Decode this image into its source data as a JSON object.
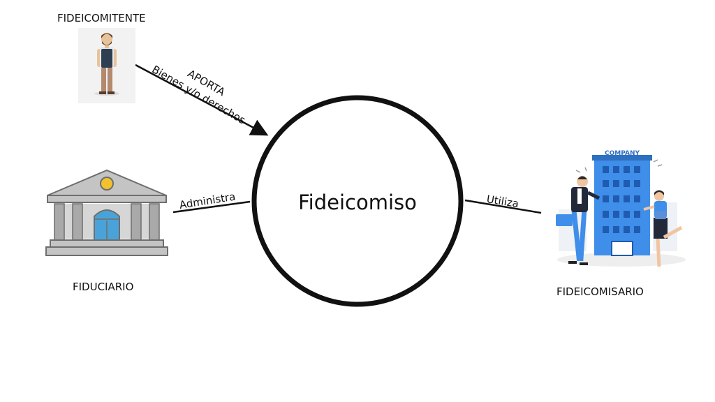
{
  "nodes": {
    "fideicomitente": "FIDEICOMITENTE",
    "fiduciario": "FIDUCIARIO",
    "fideicomisario": "FIDEICOMISARIO",
    "center": "Fideicomiso"
  },
  "edges": {
    "aporta": "APORTA",
    "bienes": "Bienes y/o derechos",
    "administra": "Administra",
    "utiliza": "Utiliza"
  },
  "building_sign": "COMPANY",
  "icons": {
    "fideicomitente": "man-illustration-icon",
    "fiduciario": "bank-building-icon",
    "fideicomisario": "company-building-people-icon"
  },
  "colors": {
    "line": "#111111",
    "bank_gray": "#b8b8b8",
    "bank_blue": "#4aa3d8",
    "building_blue": "#3f8ee9",
    "gold": "#f2c12e"
  }
}
